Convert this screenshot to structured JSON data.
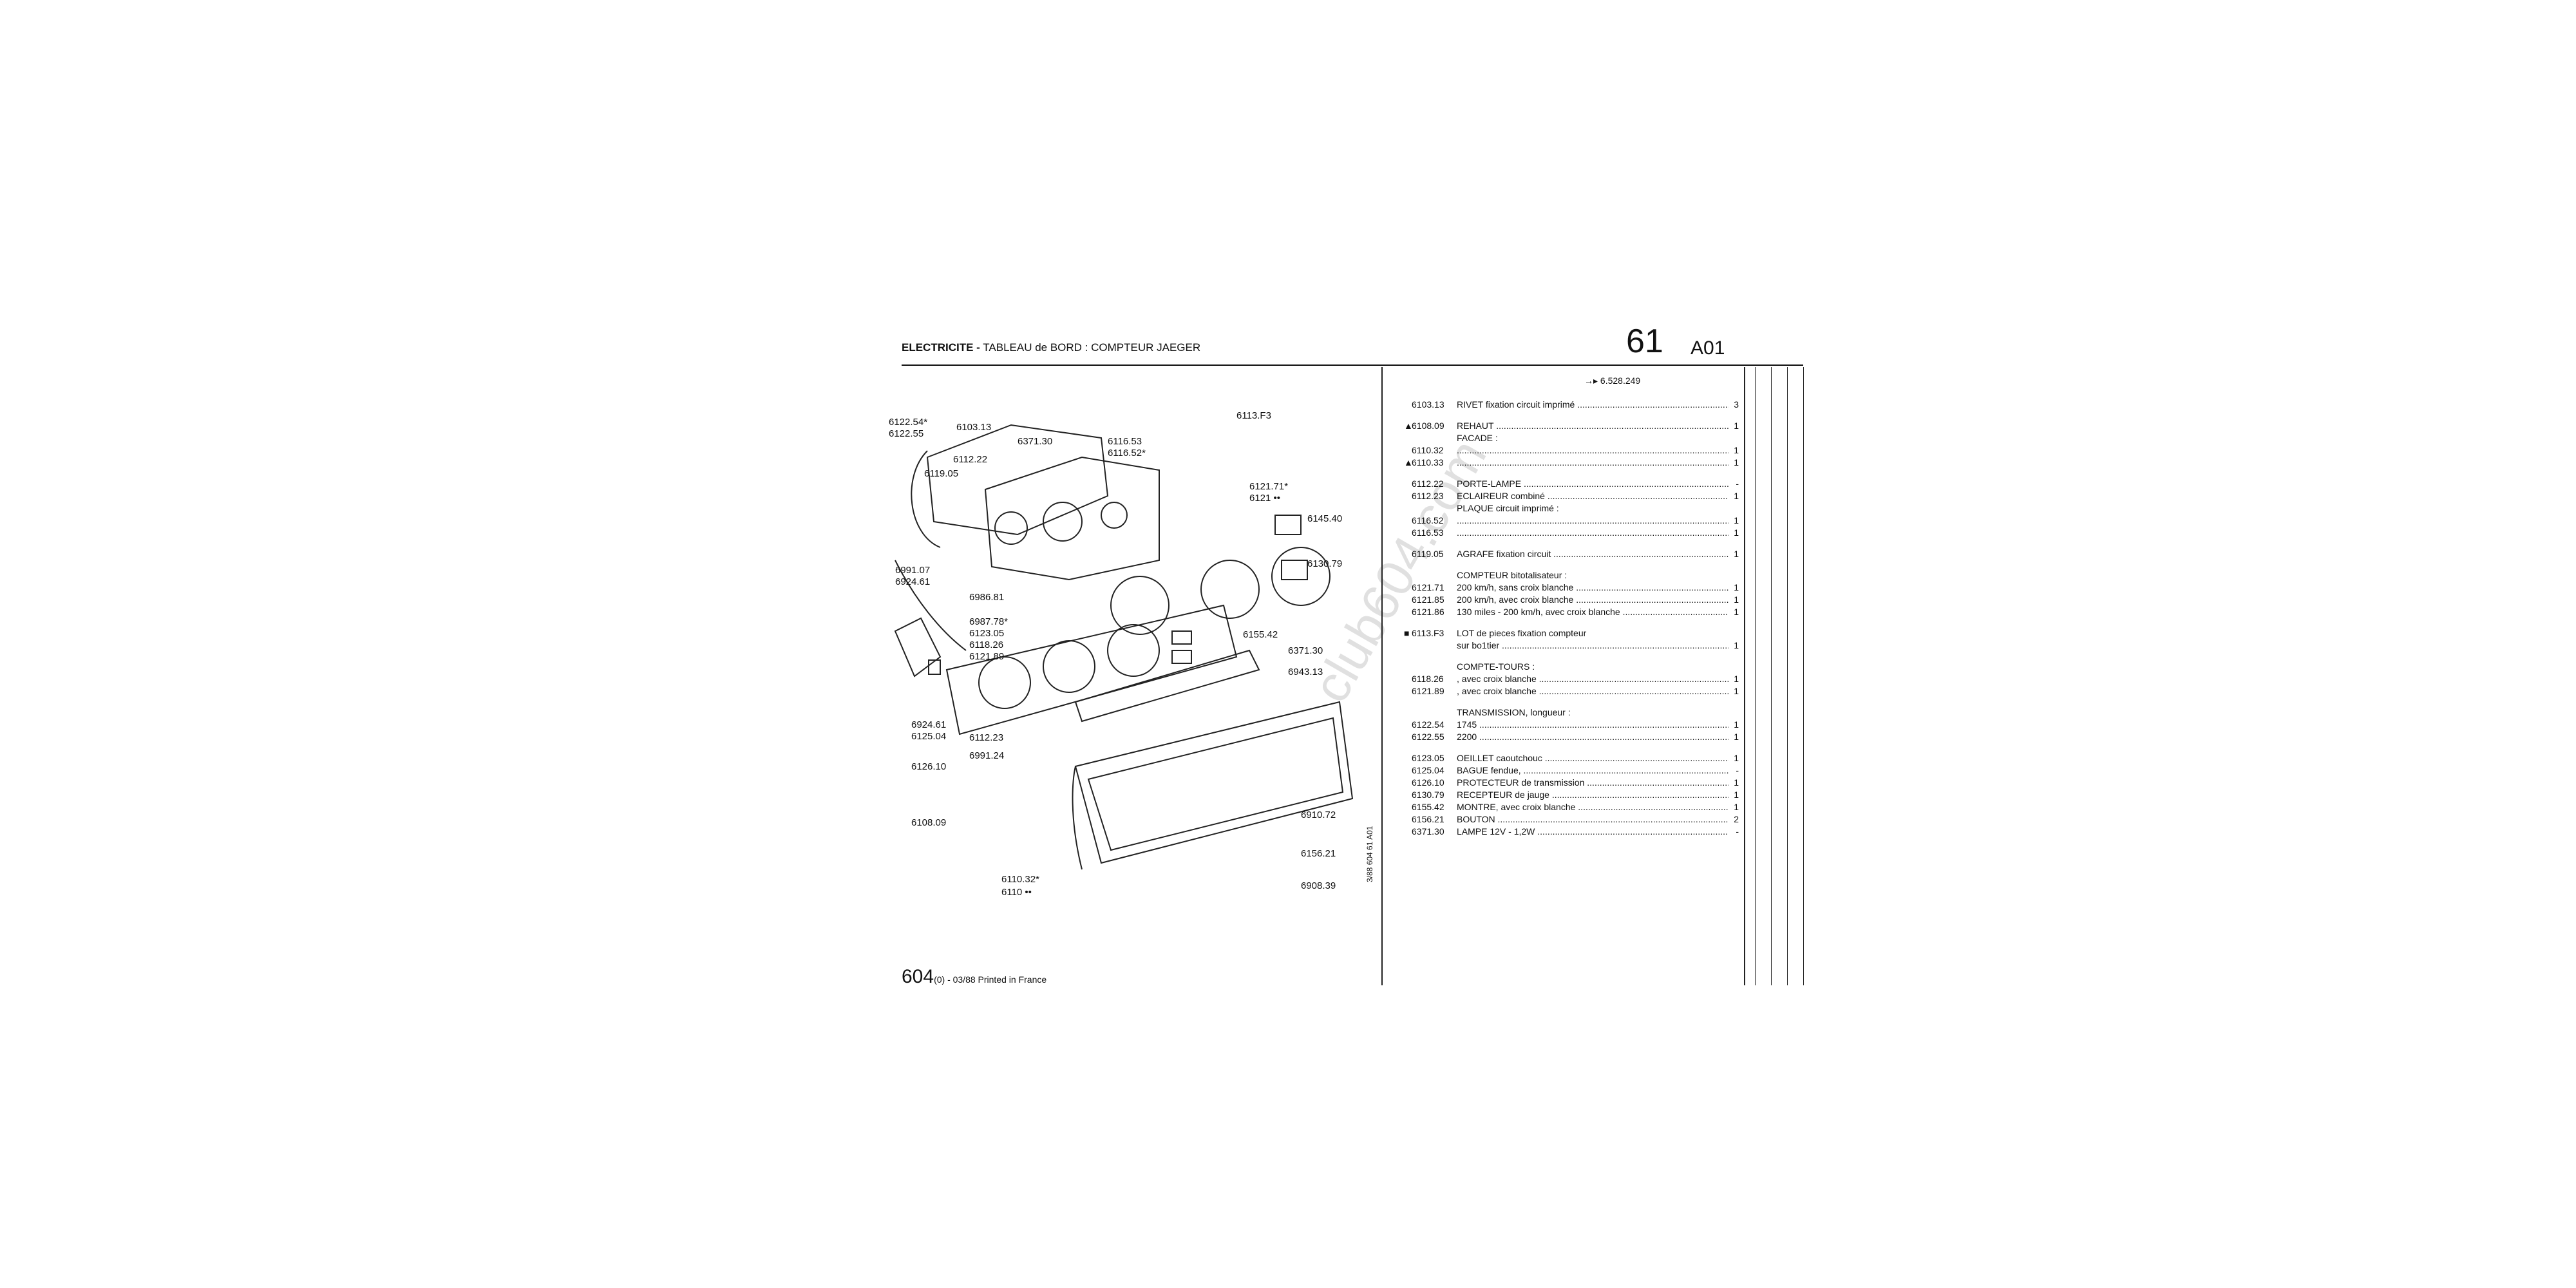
{
  "header": {
    "title_bold": "ELECTRICITE -",
    "title_rest": "TABLEAU de BORD : COMPTEUR JAEGER",
    "section_number": "61",
    "section_code": "A01"
  },
  "diagram_labels": [
    "6103.13",
    "6122.54*",
    "6122.55",
    "6112.22",
    "6371.30",
    "6116.53",
    "6116.52*",
    "6113.F3",
    "6119.05",
    "6121.71*",
    "6121 ••",
    "6145.40",
    "6130.79",
    "6991.07",
    "6924.61",
    "6986.81",
    "6987.78*",
    "6123.05",
    "6118.26",
    "6121.89",
    "6155.42",
    "6371.30",
    "6943.13",
    "6924.61",
    "6125.04",
    "6126.10",
    "6112.23",
    "6991.24",
    "6108.09",
    "6910.72",
    "6156.21",
    "6110.32*",
    "6110 ••",
    "6908.39"
  ],
  "parts_list": {
    "header_ref": "6.528.249",
    "rows": [
      {
        "mk": "",
        "ref": "6103.13",
        "des": "RIVET fixation circuit imprimé",
        "qty": "3"
      },
      {
        "gap": true
      },
      {
        "mk": "▲",
        "ref": "6108.09",
        "des": "REHAUT",
        "qty": "1"
      },
      {
        "mk": "",
        "ref": "",
        "des": "FACADE :",
        "qty": "",
        "nodots": true
      },
      {
        "mk": "",
        "ref": "6110.32",
        "des": "",
        "qty": "1"
      },
      {
        "mk": "▲",
        "ref": "6110.33",
        "des": "",
        "qty": "1"
      },
      {
        "gap": true
      },
      {
        "mk": "",
        "ref": "6112.22",
        "des": "PORTE-LAMPE",
        "qty": "-"
      },
      {
        "mk": "",
        "ref": "6112.23",
        "des": "ECLAIREUR combiné",
        "qty": "1"
      },
      {
        "mk": "",
        "ref": "",
        "des": "PLAQUE circuit imprimé :",
        "qty": "",
        "nodots": true
      },
      {
        "mk": "",
        "ref": "6116.52",
        "des": "",
        "qty": "1"
      },
      {
        "mk": "",
        "ref": "6116.53",
        "des": "",
        "qty": "1"
      },
      {
        "gap": true
      },
      {
        "mk": "",
        "ref": "6119.05",
        "des": "AGRAFE fixation circuit",
        "qty": "1"
      },
      {
        "gap": true
      },
      {
        "mk": "",
        "ref": "",
        "des": "COMPTEUR bitotalisateur :",
        "qty": "",
        "nodots": true
      },
      {
        "mk": "",
        "ref": "6121.71",
        "des": "200 km/h, sans croix blanche",
        "qty": "1"
      },
      {
        "mk": "",
        "ref": "6121.85",
        "des": "200 km/h, avec croix blanche",
        "qty": "1"
      },
      {
        "mk": "",
        "ref": "6121.86",
        "des": "130 miles - 200 km/h, avec croix blanche",
        "qty": "1"
      },
      {
        "gap": true
      },
      {
        "mk": "■",
        "ref": "6113.F3",
        "des": "LOT de pieces fixation compteur",
        "qty": "",
        "nodots": true
      },
      {
        "mk": "",
        "ref": "",
        "des": "sur bo1tier",
        "qty": "1"
      },
      {
        "gap": true
      },
      {
        "mk": "",
        "ref": "",
        "des": "COMPTE-TOURS :",
        "qty": "",
        "nodots": true
      },
      {
        "mk": "",
        "ref": "6118.26",
        "des": ", avec croix blanche",
        "qty": "1"
      },
      {
        "mk": "",
        "ref": "6121.89",
        "des": ", avec croix blanche",
        "qty": "1"
      },
      {
        "gap": true
      },
      {
        "mk": "",
        "ref": "",
        "des": "TRANSMISSION, longueur :",
        "qty": "",
        "nodots": true
      },
      {
        "mk": "",
        "ref": "6122.54",
        "des": "1745",
        "qty": "1"
      },
      {
        "mk": "",
        "ref": "6122.55",
        "des": "2200",
        "qty": "1"
      },
      {
        "gap": true
      },
      {
        "mk": "",
        "ref": "6123.05",
        "des": "OEILLET caoutchouc",
        "qty": "1"
      },
      {
        "mk": "",
        "ref": "6125.04",
        "des": "BAGUE fendue,",
        "qty": "-"
      },
      {
        "mk": "",
        "ref": "6126.10",
        "des": "PROTECTEUR de transmission",
        "qty": "1"
      },
      {
        "mk": "",
        "ref": "6130.79",
        "des": "RECEPTEUR de jauge",
        "qty": "1"
      },
      {
        "mk": "",
        "ref": "6155.42",
        "des": "MONTRE, avec croix blanche",
        "qty": "1"
      },
      {
        "mk": "",
        "ref": "6156.21",
        "des": "BOUTON",
        "qty": "2"
      },
      {
        "mk": "",
        "ref": "6371.30",
        "des": "LAMPE 12V - 1,2W",
        "qty": "-"
      }
    ]
  },
  "footer": {
    "model": "604",
    "rest": "(0) - 03/88 Printed in France"
  },
  "side_code": "3/88 604 61 A01",
  "watermark": "club604.com"
}
